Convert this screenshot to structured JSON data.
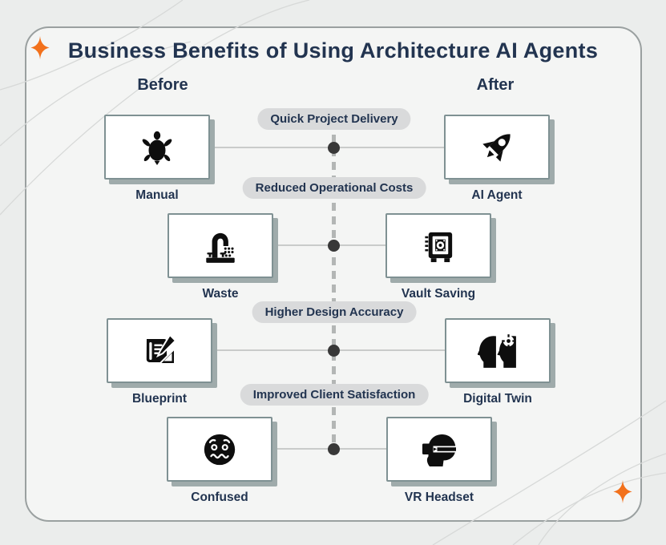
{
  "title": "Business Benefits of Using Architecture AI Agents",
  "columns": {
    "before": "Before",
    "after": "After"
  },
  "rows": [
    {
      "benefit": "Quick Project Delivery",
      "before": {
        "label": "Manual",
        "icon": "turtle-icon"
      },
      "after": {
        "label": "AI Agent",
        "icon": "rocket-icon"
      }
    },
    {
      "benefit": "Reduced Operational Costs",
      "before": {
        "label": "Waste",
        "icon": "faucet-icon"
      },
      "after": {
        "label": "Vault Saving",
        "icon": "vault-icon"
      }
    },
    {
      "benefit": "Higher Design Accuracy",
      "before": {
        "label": "Blueprint",
        "icon": "blueprint-icon"
      },
      "after": {
        "label": "Digital Twin",
        "icon": "digital-twin-icon"
      }
    },
    {
      "benefit": "Improved Client Satisfaction",
      "before": {
        "label": "Confused",
        "icon": "confused-face-icon"
      },
      "after": {
        "label": "VR Headset",
        "icon": "vr-headset-icon"
      }
    }
  ],
  "colors": {
    "accent_orange": "#f2711c",
    "heading_navy": "#223450",
    "pill_background": "#d9dadb",
    "icon_black": "#0e0e0e"
  }
}
